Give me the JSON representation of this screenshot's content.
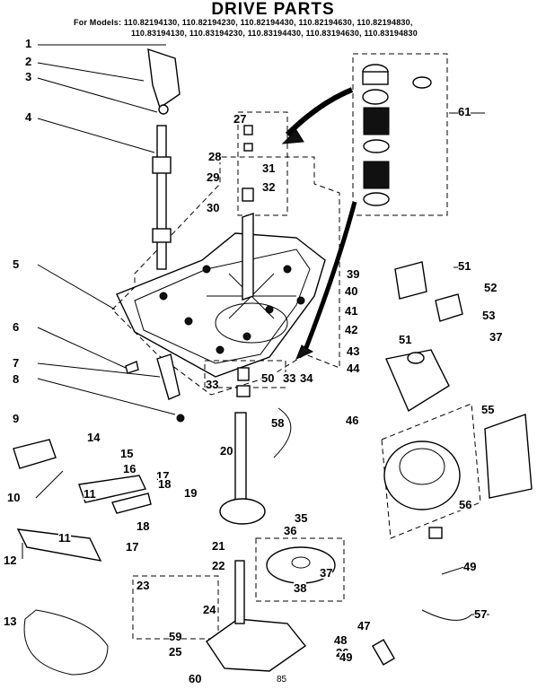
{
  "header": {
    "title": "DRIVE PARTS",
    "models_line1": "For Models: 110.82194130, 110.82194230, 110.82194430, 110.82194630, 110.82194830,",
    "models_line2": "110.83194130, 110.83194230, 110.83194430, 110.83194630, 110.83194830"
  },
  "callouts": [
    "1",
    "2",
    "3",
    "4",
    "5",
    "6",
    "7",
    "8",
    "9",
    "10",
    "11",
    "11",
    "12",
    "13",
    "14",
    "15",
    "16",
    "17",
    "17",
    "18",
    "18",
    "19",
    "20",
    "21",
    "22",
    "23",
    "24",
    "25",
    "26",
    "27",
    "28",
    "29",
    "30",
    "31",
    "32",
    "33",
    "33",
    "34",
    "35",
    "36",
    "37",
    "37",
    "38",
    "39",
    "40",
    "41",
    "42",
    "43",
    "44",
    "46",
    "47",
    "48",
    "49",
    "49",
    "50",
    "51",
    "51",
    "52",
    "53",
    "55",
    "56",
    "57",
    "58",
    "59",
    "60",
    "61"
  ],
  "footer": {
    "page_code": "85"
  }
}
